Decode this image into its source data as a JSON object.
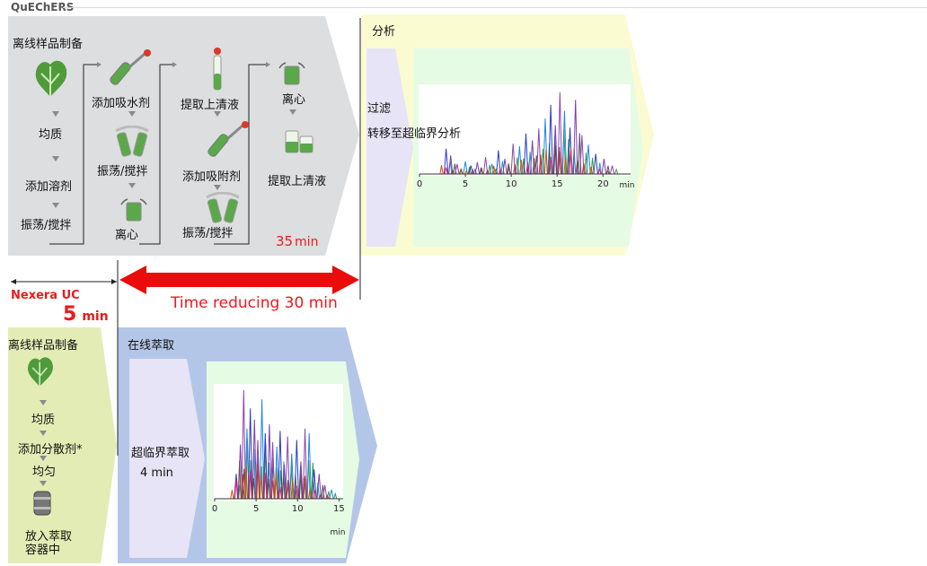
{
  "header": {
    "title": "QuEChERS"
  },
  "quechers": {
    "offline_title": "离线样品制备",
    "col1": {
      "step1": "均质",
      "step2": "添加溶剂",
      "step3": "振荡/搅拌"
    },
    "col2": {
      "step1": "添加吸水剂",
      "step2": "振荡/搅拌",
      "step3": "离心"
    },
    "col3": {
      "step1": "提取上清液",
      "step2": "添加吸附剂",
      "step3": "振荡/搅拌"
    },
    "col4": {
      "step1": "离心",
      "step2": "提取上清液"
    },
    "time_num": "35",
    "time_unit": "min",
    "filter_label": "过滤",
    "transfer_label": "转移至超临界分析",
    "analysis_title": "分析"
  },
  "comparison": {
    "label": "Time reducing 30 min",
    "system_name": "Nexera UC",
    "time_num": "5",
    "time_unit": "min"
  },
  "nexera": {
    "offline_title": "离线样品制备",
    "step1": "均质",
    "step2": "添加分散剂*",
    "step3": "均匀",
    "step4_line1": "放入萃取",
    "step4_line2": "容器中",
    "online_title": "在线萃取",
    "sfe_label": "超临界萃取",
    "sfe_time": "4 min"
  },
  "chart_data": [
    {
      "type": "line",
      "title": "",
      "xlabel": "min",
      "ylabel": "",
      "x_ticks": [
        0,
        5,
        10,
        15,
        20
      ],
      "xlim": [
        0,
        23
      ],
      "grid": false,
      "series": [
        {
          "peaks_x": [
            2.9,
            3.4,
            4.1,
            5.0,
            5.6,
            6.3,
            7.2,
            7.9,
            8.6,
            9.3,
            10.2,
            10.9,
            11.6,
            12.3,
            13.0,
            13.7,
            14.3,
            14.8,
            15.3,
            15.8,
            16.4,
            17.0,
            17.7,
            18.4,
            19.2,
            20.1,
            21.0
          ],
          "peaks_y": [
            0.3,
            0.22,
            0.12,
            0.15,
            0.1,
            0.14,
            0.2,
            0.12,
            0.28,
            0.18,
            0.36,
            0.33,
            0.48,
            0.4,
            0.54,
            0.66,
            0.82,
            0.58,
            0.97,
            0.75,
            0.55,
            0.88,
            0.46,
            0.35,
            0.24,
            0.18,
            0.1
          ]
        }
      ]
    },
    {
      "type": "line",
      "title": "",
      "xlabel": "min",
      "ylabel": "",
      "x_ticks": [
        0,
        5,
        10,
        15
      ],
      "xlim": [
        0,
        15.5
      ],
      "grid": false,
      "series": [
        {
          "peaks_x": [
            2.6,
            3.1,
            3.5,
            3.9,
            4.3,
            4.8,
            5.2,
            5.7,
            6.1,
            6.6,
            7.0,
            7.5,
            7.9,
            8.4,
            8.8,
            9.3,
            9.9,
            10.4,
            10.9,
            11.4,
            12.0,
            12.6,
            13.3,
            14.1
          ],
          "peaks_y": [
            0.22,
            0.48,
            0.96,
            0.62,
            0.8,
            0.7,
            0.52,
            0.88,
            0.58,
            0.66,
            0.5,
            0.46,
            0.6,
            0.3,
            0.55,
            0.4,
            0.52,
            0.33,
            0.62,
            0.58,
            0.26,
            0.22,
            0.12,
            0.08
          ]
        }
      ]
    }
  ]
}
